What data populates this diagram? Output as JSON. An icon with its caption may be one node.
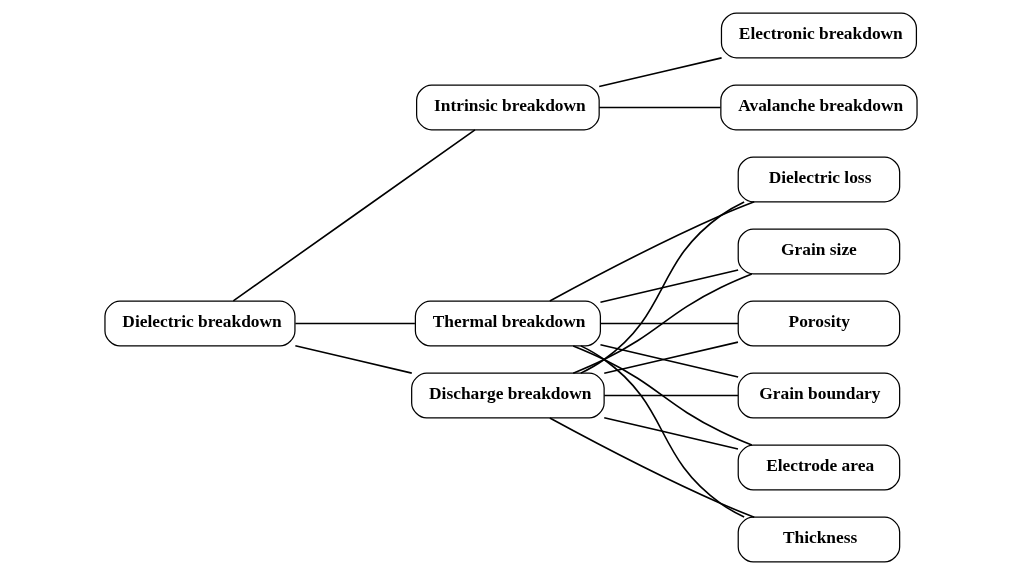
{
  "diagram": {
    "nodes": [
      {
        "text": [
          "Dielectric breakdown"
        ]
      },
      {
        "text": [
          "Intrinsic breakdown"
        ]
      },
      {
        "text": [
          "Thermal breakdown"
        ]
      },
      {
        "text": [
          "Discharge breakdown"
        ]
      },
      {
        "text": [
          "Electronic breakdown"
        ]
      },
      {
        "text": [
          "Avalanche breakdown"
        ]
      },
      {
        "text": [
          "Dielectric loss"
        ]
      },
      {
        "text": [
          "Grain size"
        ]
      },
      {
        "text": [
          "Porosity"
        ]
      },
      {
        "text": [
          "Grain boundary"
        ]
      },
      {
        "text": [
          "Electrode area"
        ]
      },
      {
        "text": [
          "Thickness"
        ]
      }
    ],
    "edges": [
      {
        "from": 0,
        "to": 1,
        "arrow": "none"
      },
      {
        "from": 0,
        "to": 2,
        "arrow": "none"
      },
      {
        "from": 0,
        "to": 3,
        "arrow": "none"
      },
      {
        "from": 1,
        "to": 4,
        "arrow": "none"
      },
      {
        "from": 1,
        "to": 5,
        "arrow": "none"
      },
      {
        "from": 2,
        "to": 6,
        "arrow": "none"
      },
      {
        "from": 2,
        "to": 7,
        "arrow": "none"
      },
      {
        "from": 2,
        "to": 8,
        "arrow": "none"
      },
      {
        "from": 2,
        "to": 9,
        "arrow": "none"
      },
      {
        "from": 2,
        "to": 10,
        "arrow": "none"
      },
      {
        "from": 2,
        "to": 11,
        "arrow": "none"
      },
      {
        "from": 3,
        "to": 6,
        "arrow": "none"
      },
      {
        "from": 3,
        "to": 7,
        "arrow": "none"
      },
      {
        "from": 3,
        "to": 8,
        "arrow": "none"
      },
      {
        "from": 3,
        "to": 9,
        "arrow": "none"
      },
      {
        "from": 3,
        "to": 10,
        "arrow": "none"
      },
      {
        "from": 3,
        "to": 11,
        "arrow": "none"
      }
    ]
  }
}
